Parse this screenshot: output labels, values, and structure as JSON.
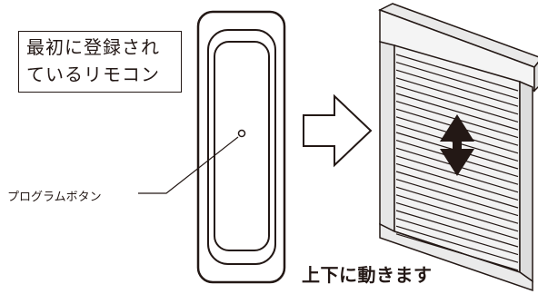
{
  "callout": {
    "line1": "最初に登録され",
    "line2": "ているリモコン"
  },
  "program_button_label": "プログラムボタン",
  "caption": "上下に動きます",
  "colors": {
    "ink": "#231815",
    "background": "#ffffff",
    "slat": "#f2f2f2"
  },
  "icons": [
    "remote-control",
    "hollow-arrow-right",
    "roller-shutter",
    "double-arrow-updown"
  ]
}
